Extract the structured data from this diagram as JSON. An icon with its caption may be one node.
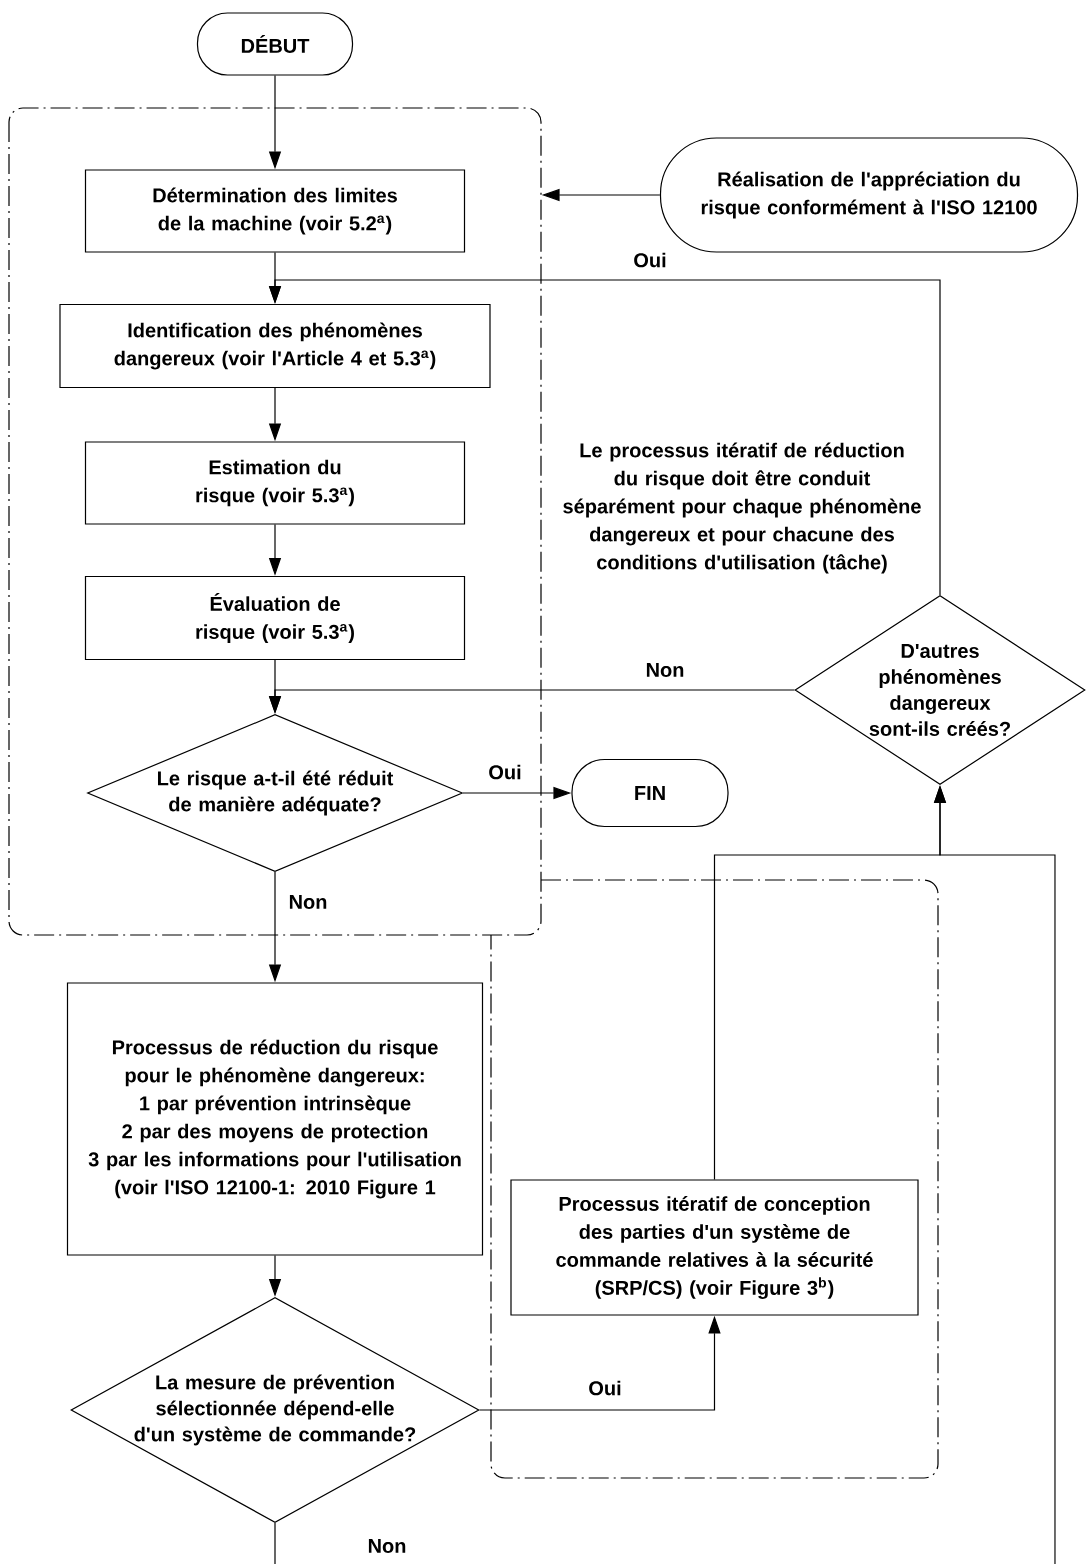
{
  "diagram": {
    "nodes": [
      {
        "text": [
          "DÉBUT"
        ]
      },
      {
        "text": [],
        "shape": "box"
      },
      {
        "text": [
          "Détermination des limites de la machine (voir 5.2$^{a}$)"
        ],
        "in": 1
      },
      {
        "text": [
          "Identification des phénomènes dangereux (voir l'Article 4 et 5.3$^{a}$)"
        ],
        "in": 1
      },
      {
        "text": [
          "Estimation du risque (voir 5.3$^{a}$)"
        ],
        "in": 1
      },
      {
        "text": [
          "Évaluation de risque (voir 5.3$^{a}$)"
        ],
        "in": 1
      },
      {
        "text": [
          "Le risque a-t-il été réduit de manière adéquate?"
        ],
        "in": 1
      },
      {
        "text": [
          "Réalisation de l'appréciation du risque conformément à l'ISO 12100"
        ]
      },
      {
        "text": [
          "D'autres phénomènes dangereux sont-ils créés?"
        ]
      },
      {
        "text": [
          "FIN"
        ]
      },
      {
        "text": [
          "Processus de réduction du risque pour le phénomène dangereux:",
          "1 par prévention intrinsèque",
          "2 par des moyens de protection",
          "3 par les informations pour l'utilisation",
          "(voir l'ISO 12100-1: 2010 Figure 1"
        ]
      },
      {
        "text": [
          "La mesure de prévention sélectionnée dépend-elle d'un système de commande?"
        ]
      },
      {
        "text": [],
        "shape": "box"
      },
      {
        "text": [
          "Processus itératif de conception des parties d'un système de commande relatives à la sécurité (SRP/CS) (voir Figure 3$^{b}$)"
        ],
        "in": 12
      }
    ],
    "edges": [
      {
        "from": 0,
        "to": 2,
        "arrow": "to"
      },
      {
        "from": 7,
        "to": 1,
        "arrow": "to"
      },
      {
        "from": 2,
        "to": 3,
        "arrow": "to"
      },
      {
        "from": 8,
        "to": 3,
        "arrow": "to",
        "label": "Oui"
      },
      {
        "from": 3,
        "to": 4,
        "arrow": "to"
      },
      {
        "from": 4,
        "to": 5,
        "arrow": "to"
      },
      {
        "from": 5,
        "to": 6,
        "arrow": "to"
      },
      {
        "from": 8,
        "to": 6,
        "arrow": "to",
        "label": "Non"
      },
      {
        "from": 6,
        "to": 9,
        "arrow": "to",
        "label": "Oui"
      },
      {
        "from": 6,
        "to": 10,
        "arrow": "to",
        "label": "Non"
      },
      {
        "from": 10,
        "to": 11,
        "arrow": "to"
      },
      {
        "from": 11,
        "to": 13,
        "arrow": "to",
        "label": "Oui"
      },
      {
        "from": 13,
        "to": 8,
        "arrow": "to"
      },
      {
        "from": 11,
        "to": null,
        "arrow": "none",
        "label": "Non"
      },
      {
        "from": null,
        "to": 8,
        "arrow": "to"
      }
    ],
    "labels": [
      "Le processus itératif de réduction du risque doit être conduit séparément pour chaque phénomène dangereux et pour chacune des conditions d'utilisation (tâche)"
    ]
  }
}
